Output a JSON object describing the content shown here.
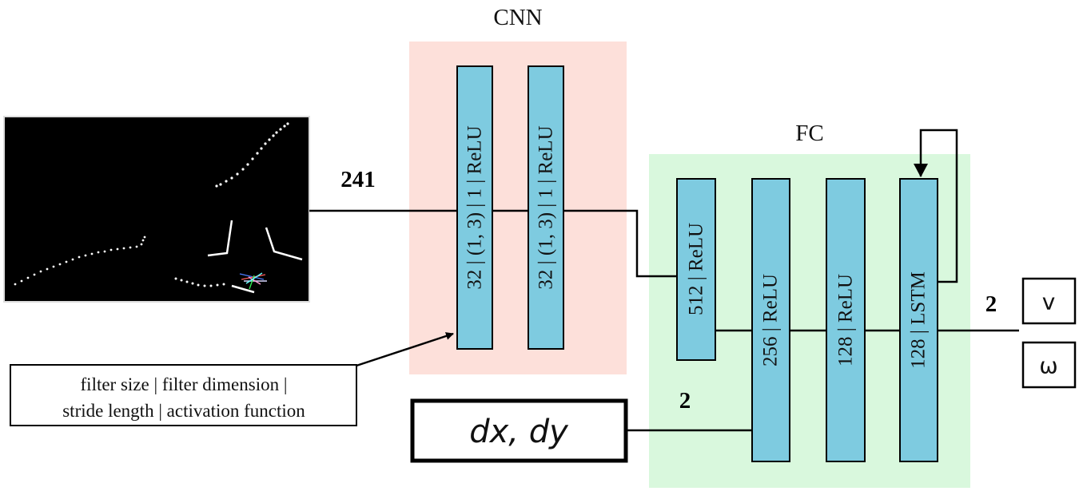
{
  "titles": {
    "cnn": "CNN",
    "fc": "FC"
  },
  "cnn_layers": [
    "32 | (1, 3) | 1 | ReLU",
    "32 | (1, 3) | 1 | ReLU"
  ],
  "fc_layers": [
    "512 | ReLU",
    "256 | ReLU",
    "128 | ReLU",
    "128 | LSTM"
  ],
  "input_size": "241",
  "goal_input": {
    "label": "dx, dy",
    "size": "2"
  },
  "outputs": {
    "size": "2",
    "items": [
      "v",
      "ω"
    ]
  },
  "legend": {
    "line1": "filter size | filter dimension |",
    "line2": "stride length | activation function"
  },
  "colors": {
    "cnn_background": "#fde0da",
    "fc_background": "#d9f8dd",
    "layer_fill": "#7ecbe0",
    "stroke": "#000000"
  }
}
